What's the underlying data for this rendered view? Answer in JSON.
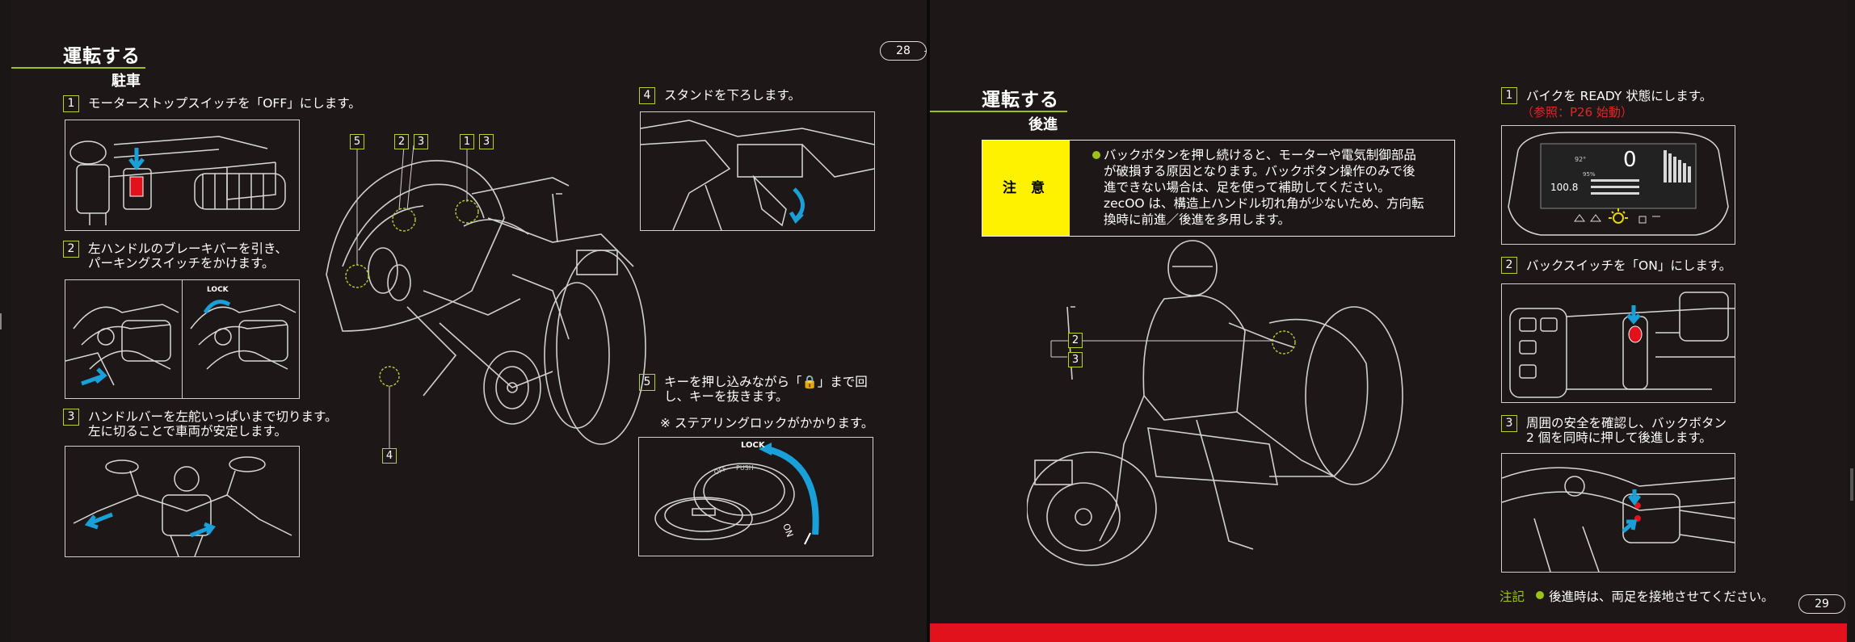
{
  "left_page": {
    "title": "運転する",
    "subtitle": "駐車",
    "page_number": "28",
    "steps": [
      {
        "num": "1",
        "text": "モーターストップスイッチを「OFF」にします。"
      },
      {
        "num": "2",
        "text": "左ハンドルのブレーキバーを引き、\nパーキングスイッチをかけます。"
      },
      {
        "num": "3",
        "text": "ハンドルバーを左舵いっぱいまで切ります。\n左に切ることで車両が安定します。"
      },
      {
        "num": "4",
        "text": "スタンドを下ろします。"
      },
      {
        "num": "5",
        "text": "キーを押し込みながら「🔒」まで回\nし、キーを抜きます。"
      }
    ],
    "steering_note": "※ ステアリングロックがかかります。",
    "lock_label": "LOCK",
    "key_labels": {
      "lock": "LOCK",
      "on": "ON",
      "off": "OFF",
      "push": "PUSH"
    },
    "callouts": [
      "5",
      "2",
      "3",
      "1",
      "3",
      "4"
    ]
  },
  "right_page": {
    "title": "運転する",
    "subtitle": "後進",
    "page_number": "29",
    "caution_label": "注 意",
    "caution_text": "バックボタンを押し続けると、モーターや電気制御部品\nが破損する原因となります。バックボタン操作のみで後\n進できない場合は、足を使って補助してください。\nzecOO は、構造上ハンドル切れ角が少ないため、方向転\n換時に前進／後進を多用します。",
    "steps": [
      {
        "num": "1",
        "text": "バイクを READY 状態にします。"
      },
      {
        "num": "2",
        "text": "バックスイッチを「ON」にします。"
      },
      {
        "num": "3",
        "text": "周囲の安全を確認し、バックボタン\n2 個を同時に押して後進します。"
      }
    ],
    "reference": "（参照：P26 始動）",
    "callouts": [
      "2",
      "3"
    ],
    "note_label": "注記",
    "note_text": "後進時は、両足を接地させてください。",
    "dash_readout": {
      "speed": "0",
      "odo": "100.8",
      "temp": "92°",
      "battery": "95%"
    }
  },
  "colors": {
    "background": "#1d1817",
    "accent_green": "#9cc21a",
    "caution_yellow": "#fff200",
    "red": "#e1121b",
    "highlight_blue": "#1aa0d8"
  }
}
